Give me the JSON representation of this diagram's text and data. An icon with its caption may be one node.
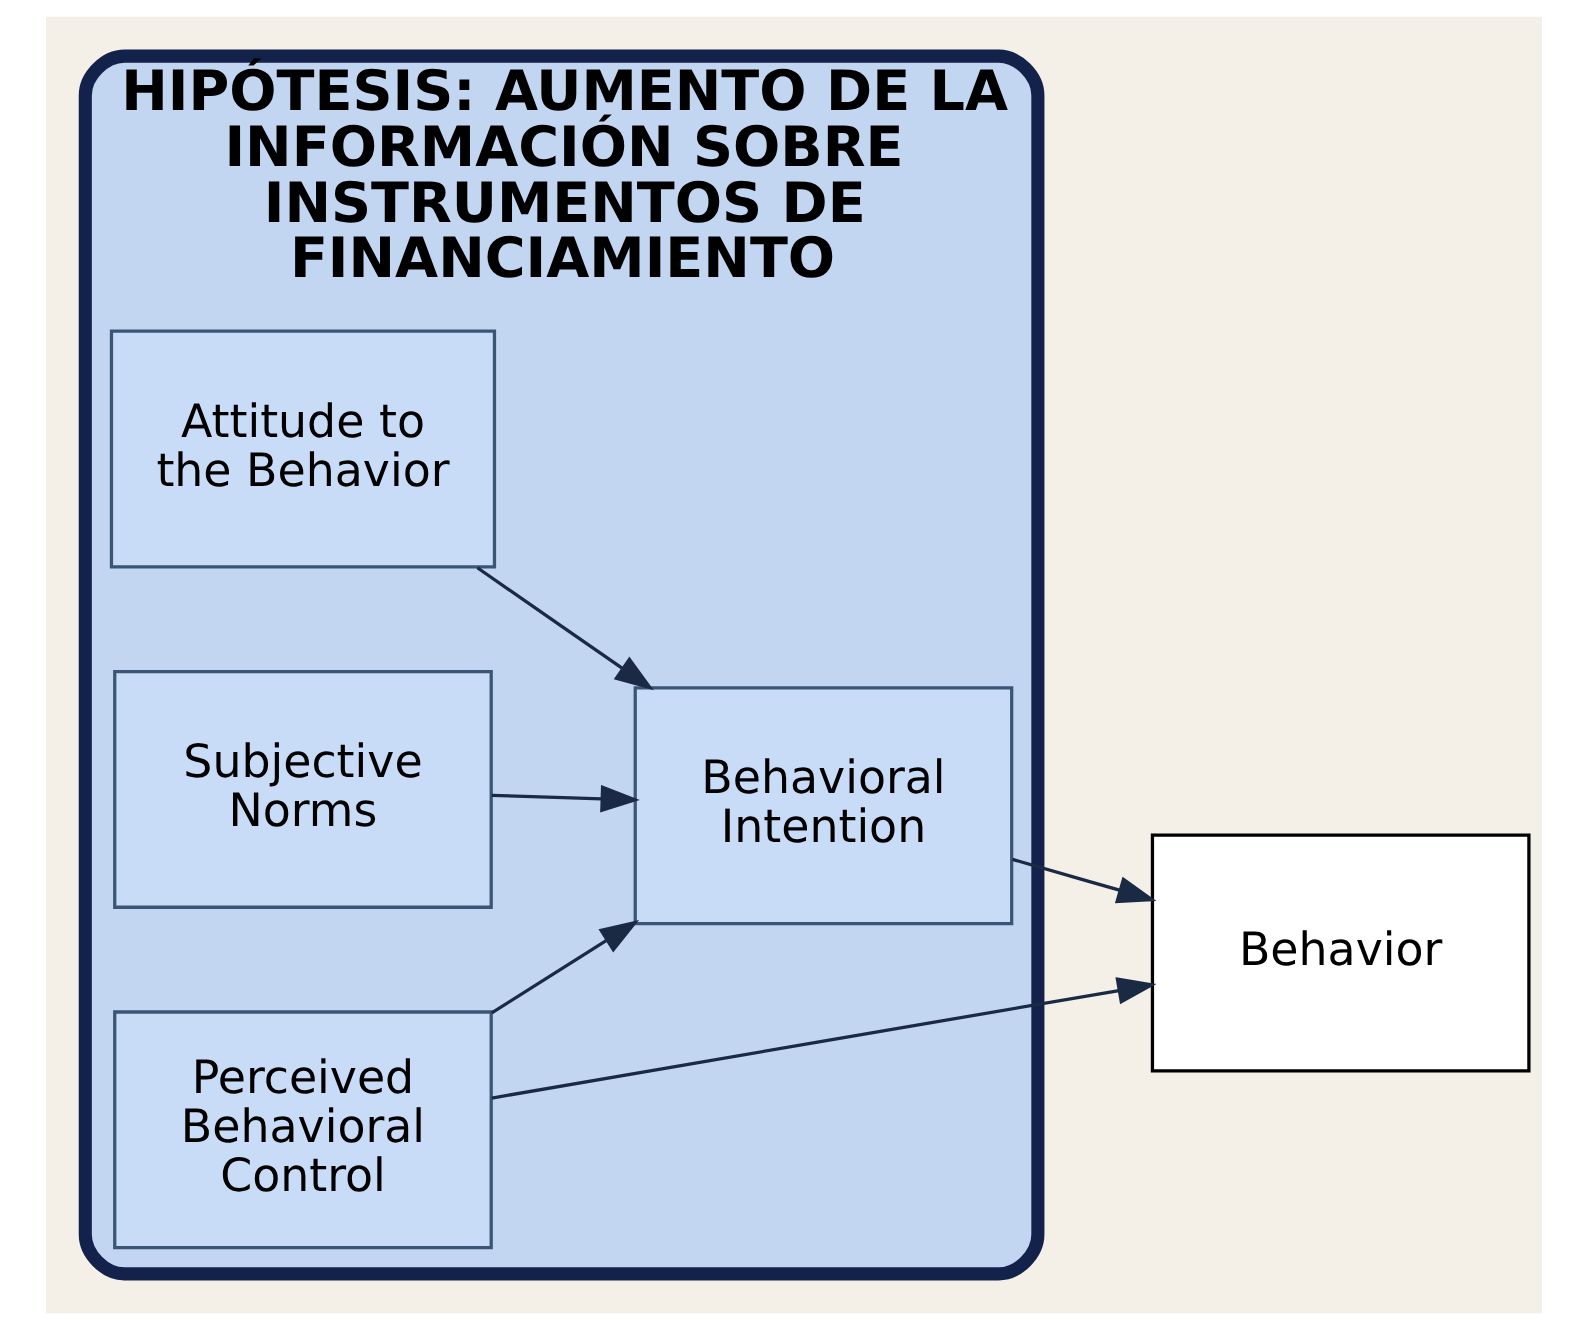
{
  "diagram": {
    "nodes": [
      {
        "text": [
          "HIPÓTESIS: AUMENTO DE LA INFORMACIÓN SOBRE INSTRUMENTOS DE FINANCIAMIENTO"
        ]
      },
      {
        "text": [
          "Attitude to the Behavior"
        ],
        "in": 0
      },
      {
        "text": [
          "Subjective Norms"
        ],
        "in": 0
      },
      {
        "text": [
          "Perceived Behavioral Control"
        ],
        "in": 0
      },
      {
        "text": [
          "Behavioral Intention"
        ],
        "in": 0
      },
      {
        "text": [
          "Behavior"
        ]
      }
    ],
    "edges": [
      {
        "from": 1,
        "to": 4,
        "arrow": "to"
      },
      {
        "from": 2,
        "to": 4,
        "arrow": "to"
      },
      {
        "from": 3,
        "to": 4,
        "arrow": "to"
      },
      {
        "from": 4,
        "to": 5,
        "arrow": "to"
      },
      {
        "from": 3,
        "to": 5,
        "arrow": "to"
      }
    ]
  }
}
